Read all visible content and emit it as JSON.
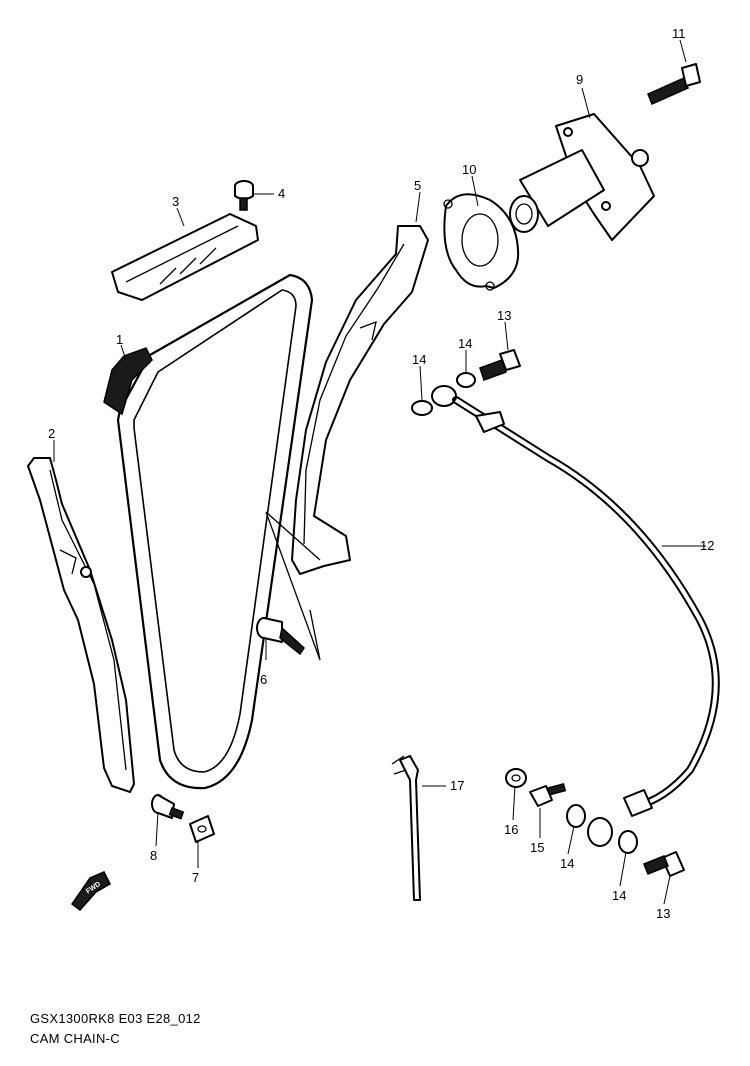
{
  "diagram": {
    "code": "GSX1300RK8 E03 E28_012",
    "title": "CAM CHAIN-C",
    "callouts": {
      "p1": "1",
      "p2": "2",
      "p3": "3",
      "p4": "4",
      "p5": "5",
      "p6": "6",
      "p7": "7",
      "p8": "8",
      "p9": "9",
      "p10": "10",
      "p11": "11",
      "p12": "12",
      "p13a": "13",
      "p13b": "13",
      "p14a": "14",
      "p14b": "14",
      "p14c": "14",
      "p14d": "14",
      "p15": "15",
      "p16": "16",
      "p17": "17"
    },
    "front_marker": "FWD"
  }
}
